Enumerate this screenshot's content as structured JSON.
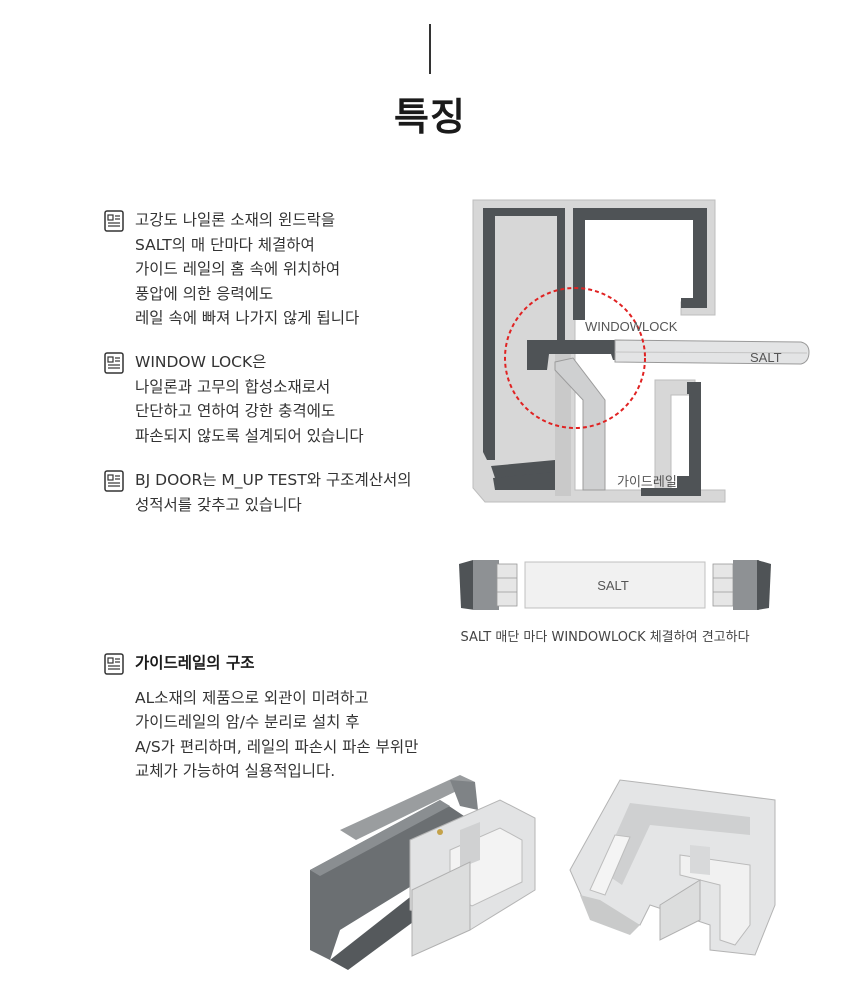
{
  "section": {
    "title": "특징"
  },
  "features": [
    {
      "lines": [
        "고강도 나일론 소재의 윈드락을",
        "SALT의 매 단마다 체결하여",
        "가이드 레일의 홈 속에 위치하여",
        "풍압에 의한 응력에도",
        "레일 속에 빠져 나가지 않게 됩니다"
      ]
    },
    {
      "lines": [
        "WINDOW LOCK은",
        "나일론과 고무의 합성소재로서",
        "단단하고 연하여 강한 충격에도",
        "파손되지 않도록 설계되어 있습니다"
      ]
    },
    {
      "lines": [
        "BJ DOOR는 M_UP TEST와 구조계산서의",
        "성적서를 갖추고 있습니다"
      ]
    }
  ],
  "diagram": {
    "label_windowlock": "WINDOWLOCK",
    "label_salt": "SALT",
    "label_guiderail": "가이드레일"
  },
  "salt_bar": {
    "label": "SALT",
    "caption": "SALT 매단 마다 WINDOWLOCK 체결하여 견고하다"
  },
  "structure": {
    "title": "가이드레일의 구조",
    "lines": [
      "AL소재의 제품으로 외관이 미려하고",
      "가이드레일의 암/수 분리로 설치 후",
      "A/S가 편리하며, 레일의 파손시 파손 부위만",
      "교체가 가능하여 실용적입니다."
    ]
  },
  "icons": {
    "feature_icon": "document-list-icon"
  }
}
